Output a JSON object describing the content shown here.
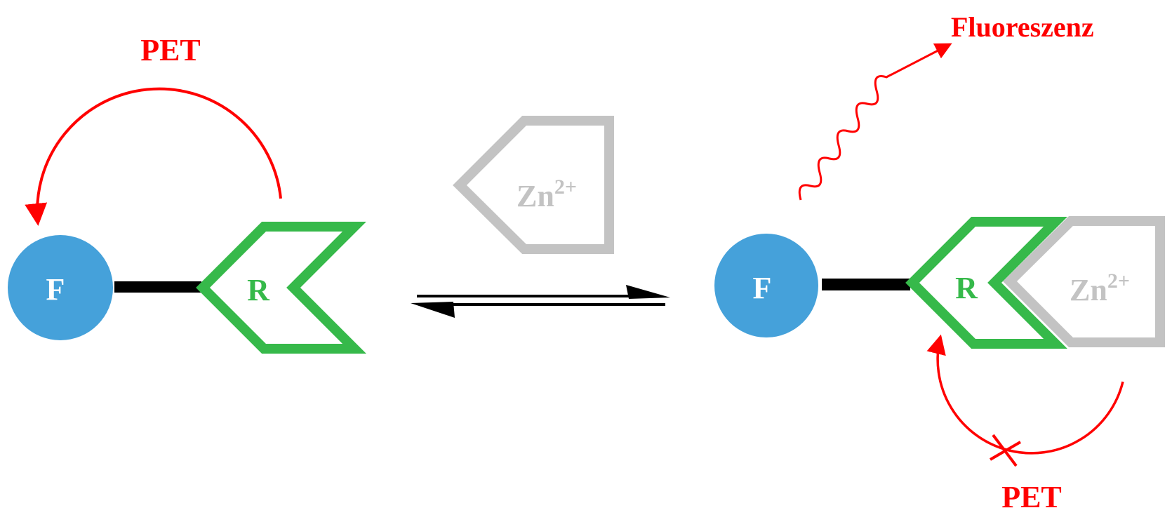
{
  "labels": {
    "pet_left": "PET",
    "pet_right": "PET",
    "fluorescence": "Fluoreszenz",
    "fluorophore_left": "F",
    "fluorophore_right": "F",
    "receptor_left": "R",
    "receptor_right": "R",
    "zinc_free": {
      "symbol": "Zn",
      "charge": "2+"
    },
    "zinc_bound": {
      "symbol": "Zn",
      "charge": "2+"
    }
  },
  "colors": {
    "fluorophore": "#45a1da",
    "receptor": "#36b94a",
    "zinc": "#c3c3c3",
    "pet_arrow": "#ff0000",
    "linker": "#000000",
    "equilibrium_arrow": "#000000"
  },
  "icons": {
    "equilibrium": "equilibrium-arrows-icon",
    "pet_blocked": "cross-mark-icon",
    "emission": "wavy-emission-arrow-icon"
  }
}
